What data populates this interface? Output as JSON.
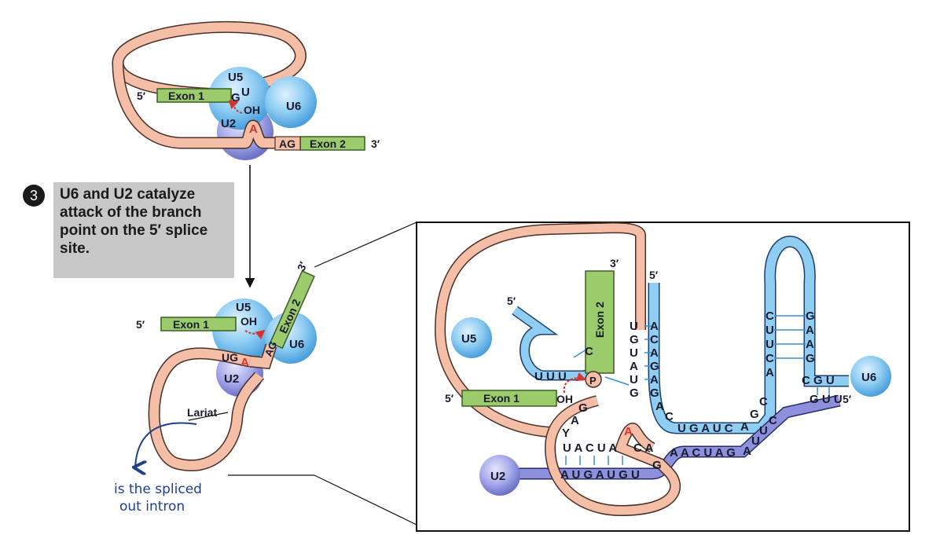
{
  "step": {
    "number": "3",
    "text": "U6 and U2 catalyze attack of the branch point on the 5′ splice site."
  },
  "top_diagram": {
    "five_prime": "5′",
    "three_prime": "3′",
    "exon1": "Exon 1",
    "exon2": "Exon 2",
    "u5": "U5",
    "u6": "U6",
    "u2": "U2",
    "g": "G",
    "u": "U",
    "oh": "OH",
    "a": "A",
    "ag": "AG"
  },
  "middle_diagram": {
    "five_prime": "5′",
    "three_prime": "3′",
    "exon1": "Exon 1",
    "exon2": "Exon 2",
    "u5": "U5",
    "u6": "U6",
    "u2": "U2",
    "oh": "OH",
    "ug": "UG",
    "a": "A",
    "ag": "AG",
    "lariat": "Lariat"
  },
  "annotation": {
    "line1": "is the spliced",
    "line2": "out intron"
  },
  "detail": {
    "five_prime_u5": "5′",
    "three_prime_exon2": "3′",
    "five_prime_u6_top": "5′",
    "five_prime_exon1": "5′",
    "five_prime_u6_bottom": "5′",
    "u5": "U5",
    "u6": "U6",
    "u2": "U2",
    "exon1": "Exon 1",
    "exon2": "Exon 2",
    "oh": "OH",
    "p": "P",
    "u5_loop_c": "C",
    "u5_loop_uuu": "U U U",
    "intron_g": "G",
    "intron_a": "A",
    "intron_y": "Y",
    "branch_a": "A",
    "intron_col": [
      "U",
      "G",
      "U",
      "A",
      "U",
      "G"
    ],
    "u6_col": [
      "A",
      "C",
      "A",
      "G",
      "A",
      "G"
    ],
    "u6_diag": [
      "A",
      "C"
    ],
    "u6_mid": "U G A U C",
    "u6_stem_left": [
      "C",
      "U",
      "U",
      "C",
      "A"
    ],
    "u6_stem_right": [
      "G",
      "A",
      "A",
      "G"
    ],
    "u6_rise": [
      "A",
      "G",
      "C"
    ],
    "u6_gu": "C G U",
    "u6_guu": "G U U",
    "intron_uacua": "U A C U A",
    "intron_ca": "C A",
    "u2_row": "A U G A U G U",
    "u2_g": "G",
    "u2_aacuag": "A A C U A G",
    "u2_rise": [
      "A",
      "U",
      "U",
      "C"
    ]
  }
}
